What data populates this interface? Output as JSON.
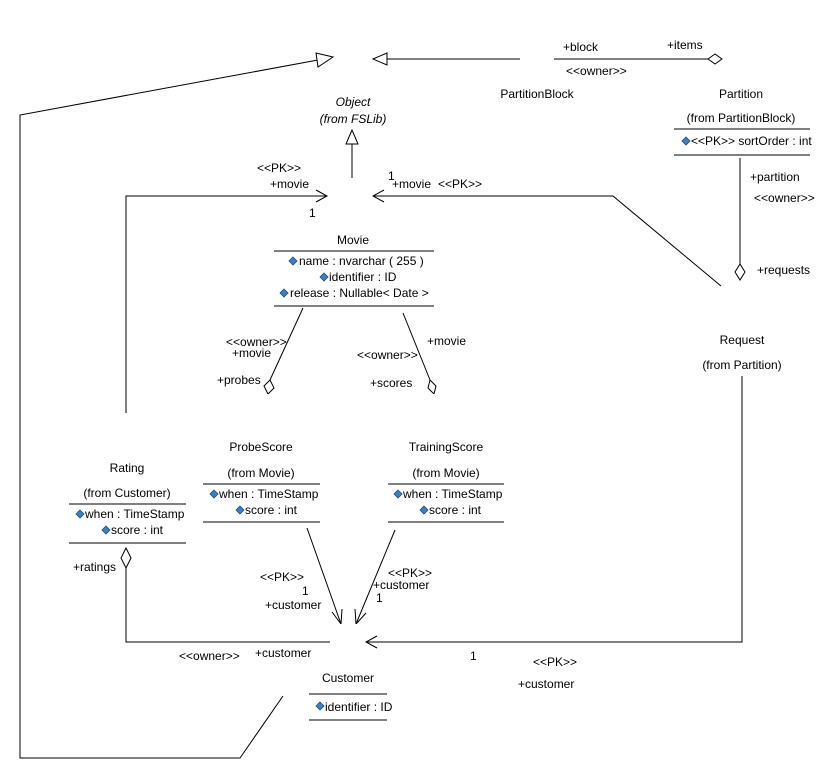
{
  "classes": {
    "object": {
      "name": "Object",
      "from": "(from FSLib)"
    },
    "partition_block": {
      "name": "PartitionBlock"
    },
    "partition": {
      "name": "Partition",
      "from": "(from PartitionBlock)",
      "attributes": [
        "<<PK>> sortOrder : int"
      ]
    },
    "movie": {
      "name": "Movie",
      "attributes": [
        "name : nvarchar ( 255 )",
        "identifier : ID",
        "release : Nullable< Date >"
      ]
    },
    "request": {
      "name": "Request",
      "from": "(from Partition)"
    },
    "probe_score": {
      "name": "ProbeScore",
      "from": "(from Movie)",
      "attributes": [
        "when : TimeStamp",
        "score : int"
      ]
    },
    "training_score": {
      "name": "TrainingScore",
      "from": "(from Movie)",
      "attributes": [
        "when : TimeStamp",
        "score : int"
      ]
    },
    "rating": {
      "name": "Rating",
      "from": "(from Customer)",
      "attributes": [
        "when : TimeStamp",
        "score : int"
      ]
    },
    "customer": {
      "name": "Customer",
      "attributes": [
        "identifier : ID"
      ]
    }
  },
  "relations": {
    "block_items": {
      "block": "+block",
      "items": "+items",
      "stereotype": "<<owner>>"
    },
    "movie_rating": {
      "pk": "<<PK>>",
      "role": "+movie",
      "mult": "1"
    },
    "movie_request": {
      "mult": "1",
      "role": "+movie",
      "pk": "<<PK>>"
    },
    "partition_request": {
      "partition": "+partition",
      "stereotype": "<<owner>>",
      "requests": "+requests"
    },
    "movie_probe": {
      "owner": "<<owner>>",
      "movie": "+movie",
      "probes": "+probes"
    },
    "movie_training": {
      "movie": "+movie",
      "owner": "<<owner>>",
      "scores": "+scores"
    },
    "probe_customer": {
      "pk": "<<PK>>",
      "mult": "1",
      "role": "+customer"
    },
    "training_customer": {
      "pk": "<<PK>>",
      "role": "+customer",
      "mult": "1"
    },
    "rating_customer": {
      "ratings": "+ratings",
      "owner": "<<owner>>",
      "customer": "+customer"
    },
    "request_customer": {
      "mult": "1",
      "pk": "<<PK>>",
      "role": "+customer"
    }
  },
  "colors": {
    "attribute_icon": "#3f7fc0",
    "stroke": "#000000"
  }
}
